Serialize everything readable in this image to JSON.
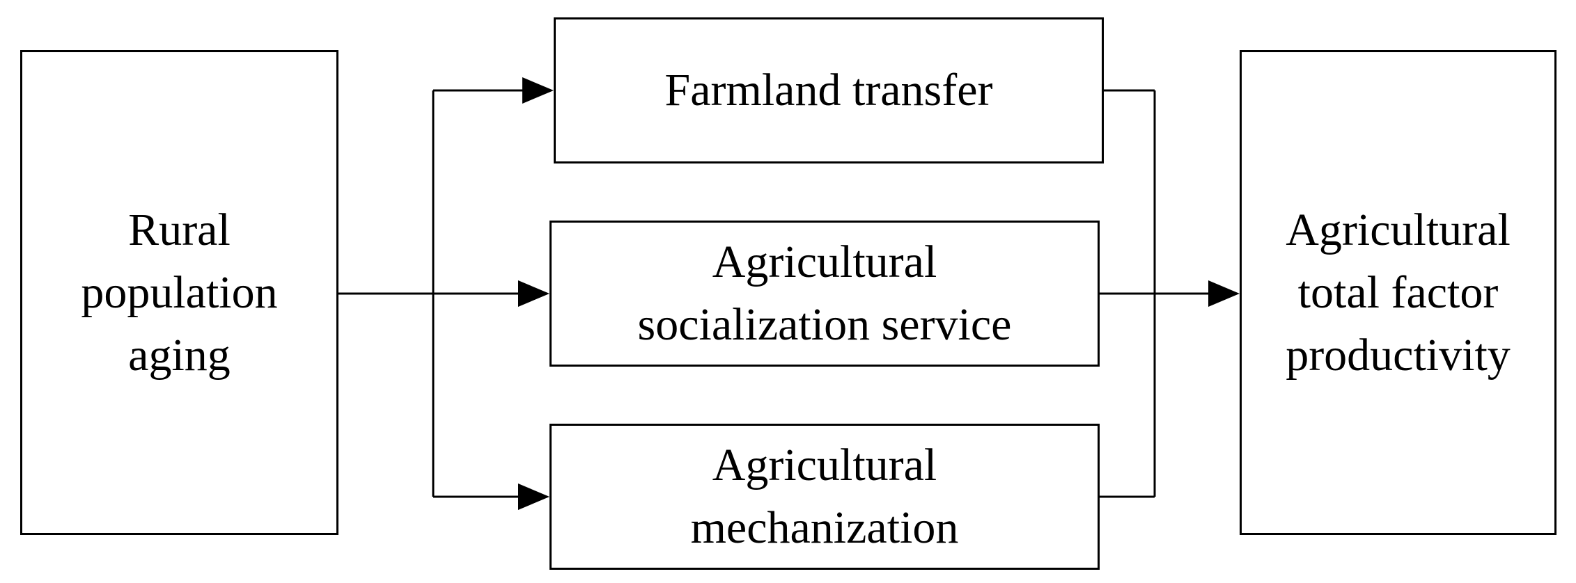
{
  "diagram": {
    "source": {
      "label": "Rural\npopulation\naging"
    },
    "mediators": [
      {
        "label": "Farmland transfer"
      },
      {
        "label": "Agricultural\nsocialization service"
      },
      {
        "label": "Agricultural\nmechanization"
      }
    ],
    "target": {
      "label": "Agricultural\ntotal factor\nproductivity"
    },
    "colors": {
      "stroke": "#000000",
      "background": "#ffffff"
    }
  }
}
